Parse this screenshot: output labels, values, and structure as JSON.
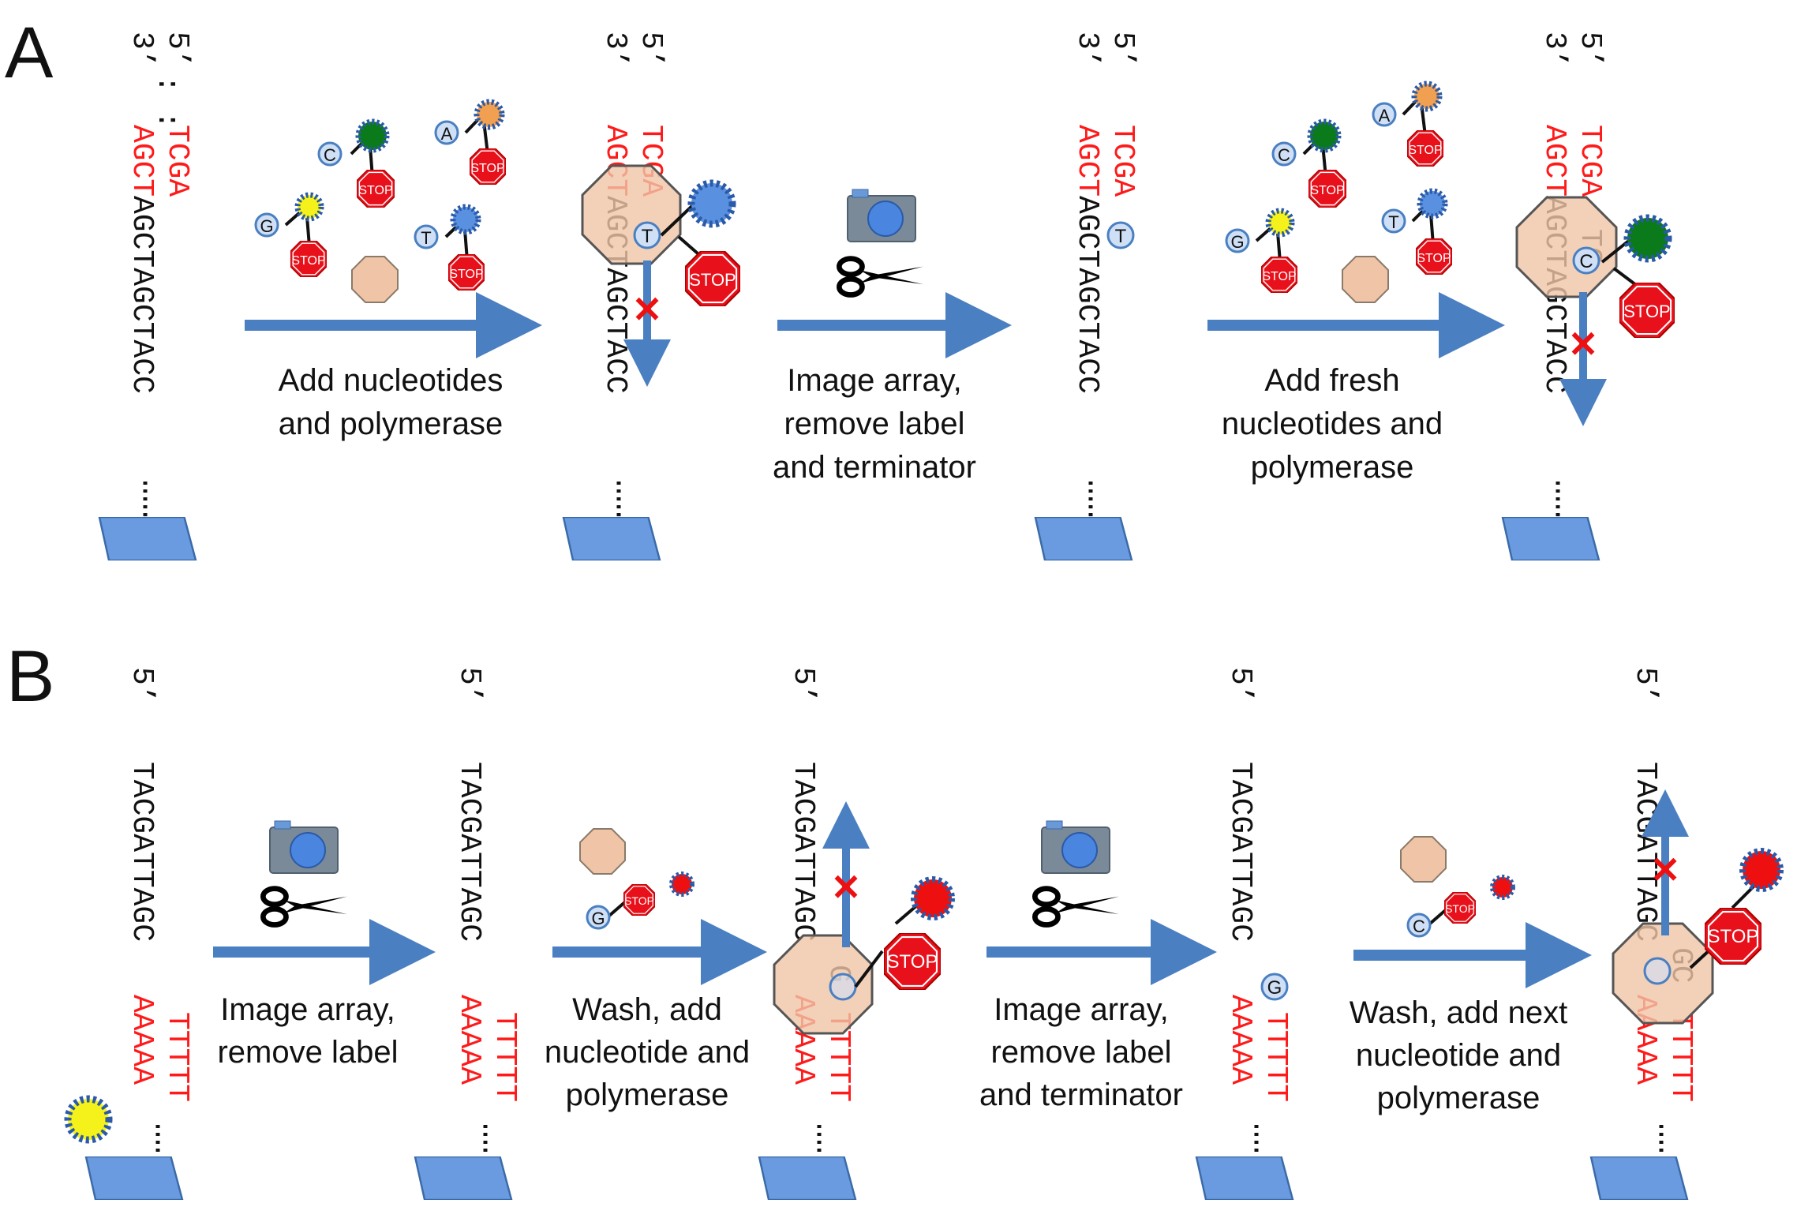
{
  "colors": {
    "red": "#ff1a1a",
    "black": "#111111",
    "arrow_blue": "#4a7fc1",
    "glass_blue": "#6a9be0",
    "polymerase": "#f0c4a6",
    "stop_red": "#e8101a",
    "dye_green": "#0a7a1a",
    "dye_yellow": "#f4f21a",
    "dye_orange": "#f0a050",
    "dye_blue": "#5a90e0",
    "dye_red": "#ee1010"
  },
  "panel_a": {
    "label": "A",
    "strand_label_5": "5’",
    "strand_label_3": "3’",
    "step_labels": [
      "Add nucleotides",
      "and polymerase",
      "Image array,",
      "remove label",
      "and terminator",
      "Add fresh",
      "nucleotides and",
      "polymerase"
    ],
    "strand_red_top": "TCGA",
    "strand_red_top_2": "TCGA",
    "strand_bottom_red": "AGCT",
    "strand_bottom_black": "AGCTAGCTACC",
    "nucleotides": [
      "C",
      "A",
      "G",
      "T"
    ],
    "added_1": "T",
    "added_2": "C",
    "stop_label": "STOP"
  },
  "panel_b": {
    "label": "B",
    "strand_label_5": "5’",
    "template_black": "TACGATTAGC",
    "template_red": "AAAAA",
    "primer_red": "TTTTT",
    "step_labels": [
      "Image array,",
      "remove label",
      "Wash, add",
      "nucleotide and",
      "polymerase",
      "Image array,",
      "remove label",
      "and terminator",
      "Wash, add next",
      "nucleotide and",
      "polymerase"
    ],
    "nucleotide_1": "G",
    "nucleotide_2": "C",
    "stop_label": "STOP"
  },
  "icon_names": [
    "camera-icon",
    "scissors-icon",
    "stop-sign-icon",
    "polymerase-icon",
    "dye-star-icon",
    "glass-slide-icon",
    "blocked-x-icon"
  ]
}
